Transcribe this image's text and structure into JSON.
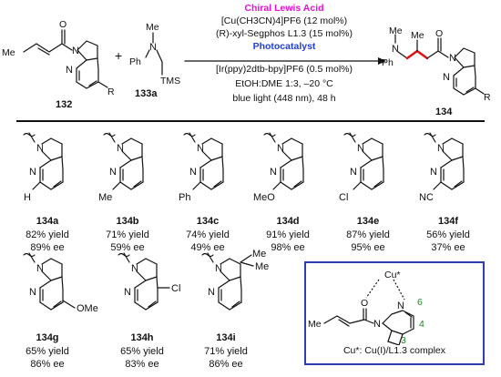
{
  "conditions": {
    "chiral_lewis_acid_title": "Chiral Lewis Acid",
    "cu_reagent": "[Cu(CH3CN)4]PF6 (12 mol%)",
    "ligand": "(R)-xyl-Segphos L1.3 (15 mol%)",
    "photocatalyst_title": "Photocatalyst",
    "ir_reagent": "[Ir(ppy)2dtb-bpy]PF6 (0.5 mol%)",
    "solvent": "EtOH:DME 1:3, –20 °C",
    "light": "blue light (448 nm), 48 h"
  },
  "compounds": {
    "substrate": "132",
    "amine": "133a",
    "product": "134",
    "plus": "+",
    "R": "R",
    "Me": "Me",
    "N": "N",
    "O": "O",
    "Ph": "Ph",
    "TMS": "TMS"
  },
  "entries": [
    {
      "label": "134a",
      "sub": "H",
      "yield": "82% yield",
      "ee": "89% ee"
    },
    {
      "label": "134b",
      "sub": "Me",
      "yield": "71% yield",
      "ee": "59% ee"
    },
    {
      "label": "134c",
      "sub": "Ph",
      "yield": "74% yield",
      "ee": "49% ee"
    },
    {
      "label": "134d",
      "sub": "MeO",
      "yield": "91% yield",
      "ee": "98% ee"
    },
    {
      "label": "134e",
      "sub": "Cl",
      "yield": "87% yield",
      "ee": "95% ee"
    },
    {
      "label": "134f",
      "sub": "NC",
      "yield": "56% yield",
      "ee": "37% ee"
    },
    {
      "label": "134g",
      "sub": "OMe",
      "yield": "65% yield",
      "ee": "86% ee"
    },
    {
      "label": "134h",
      "sub": "Cl",
      "yield": "65% yield",
      "ee": "83% ee"
    },
    {
      "label": "134i",
      "sub": "Me",
      "yield": "71% yield",
      "ee": "86% ee"
    }
  ],
  "complex_box": {
    "cu_label": "Cu*",
    "positions": [
      "6",
      "4",
      "3"
    ],
    "caption": "Cu*: Cu(I)/L1.3 complex"
  },
  "colors": {
    "magenta": "#e60fd2",
    "blue": "#1f3fd6",
    "box_border": "#2b3fb0",
    "green_numbers": "#1d8a28",
    "highlight_red": "#e01010"
  }
}
